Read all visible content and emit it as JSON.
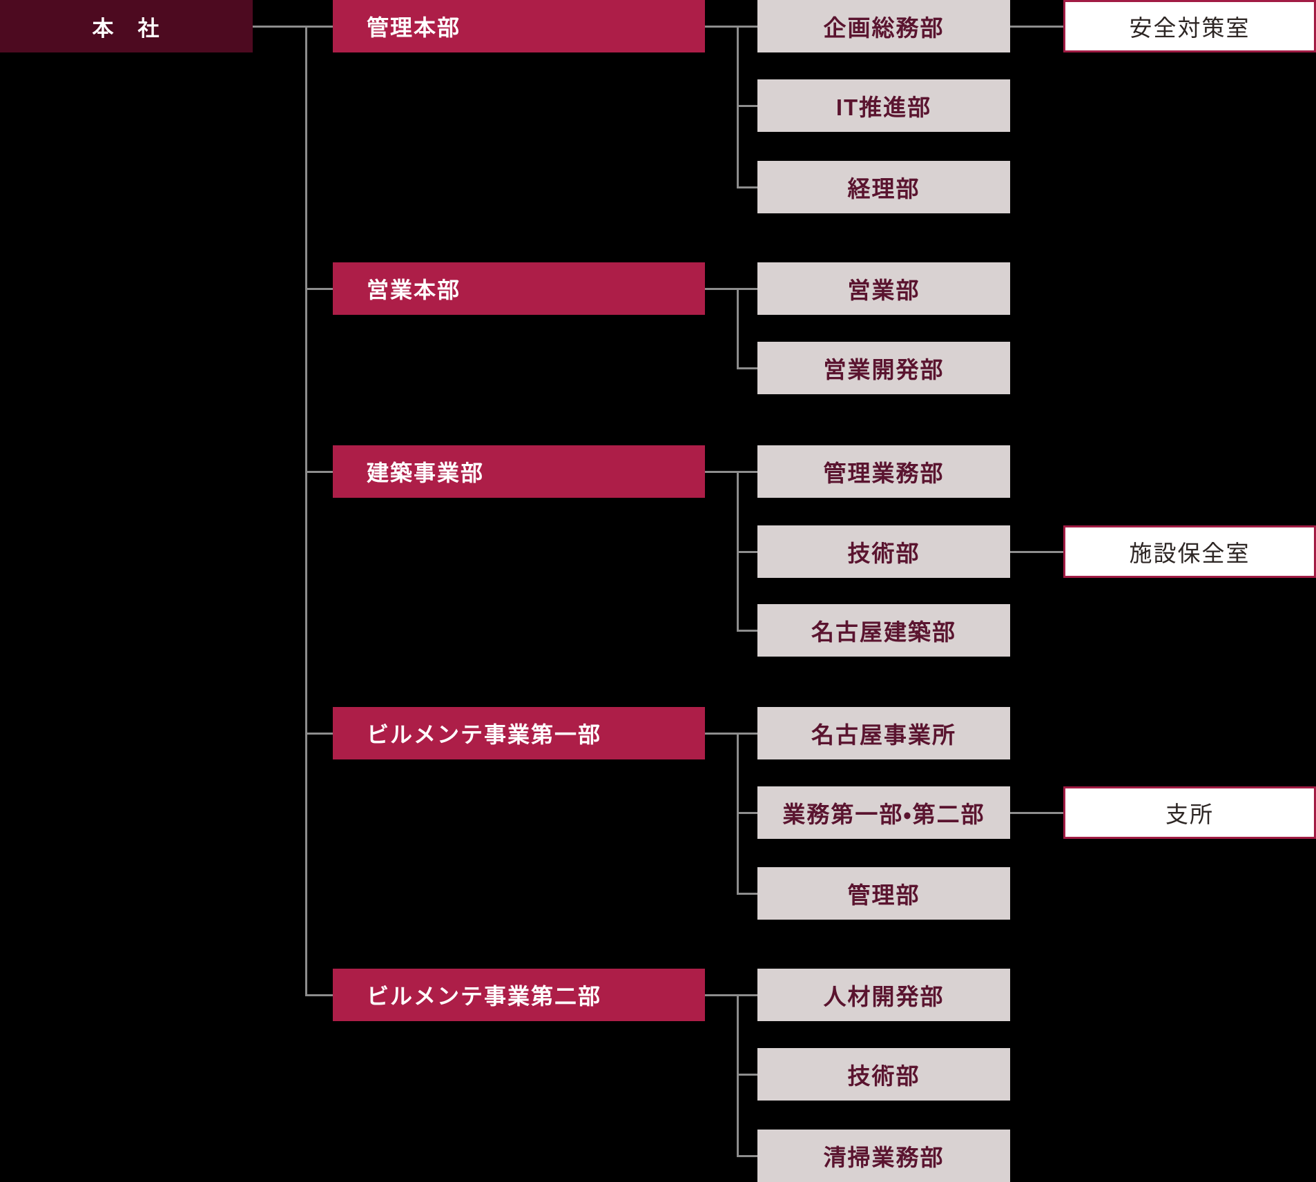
{
  "palette": {
    "background": "#000000",
    "root_bg": "#4d0a20",
    "division_bg": "#ad1e48",
    "department_bg": "#d9d2d2",
    "department_text": "#5a142f",
    "sub_room_bg": "#ffffff",
    "sub_room_border": "#a11c44",
    "sub_room_text": "#2d2624",
    "connector_line": "#8d8d8d",
    "box_text_on_color": "#ffffff"
  },
  "org": {
    "root": {
      "label": "本　社"
    },
    "divisions": [
      {
        "label": "管理本部",
        "departments": [
          {
            "label": "企画総務部",
            "sub": {
              "label": "安全対策室"
            }
          },
          {
            "label": "IT推進部"
          },
          {
            "label": "経理部"
          }
        ]
      },
      {
        "label": "営業本部",
        "departments": [
          {
            "label": "営業部"
          },
          {
            "label": "営業開発部"
          }
        ]
      },
      {
        "label": "建築事業部",
        "departments": [
          {
            "label": "管理業務部"
          },
          {
            "label": "技術部",
            "sub": {
              "label": "施設保全室"
            }
          },
          {
            "label": "名古屋建築部"
          }
        ]
      },
      {
        "label": "ビルメンテ事業第一部",
        "departments": [
          {
            "label": "名古屋事業所"
          },
          {
            "label": "業務第一部・第二部",
            "sub": {
              "label": "支所"
            }
          },
          {
            "label": "管理部"
          }
        ]
      },
      {
        "label": "ビルメンテ事業第二部",
        "departments": [
          {
            "label": "人材開発部"
          },
          {
            "label": "技術部"
          },
          {
            "label": "清掃業務部"
          }
        ]
      }
    ]
  }
}
